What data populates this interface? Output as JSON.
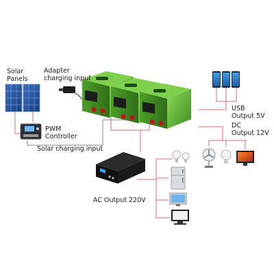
{
  "diagram": {
    "labels": {
      "solar_panels_line1": "Solar",
      "solar_panels_line2": "Panels",
      "adapter_line1": "Adapter",
      "adapter_line2": "charging input",
      "pwm_line1": "PWM",
      "pwm_line2": "Controller",
      "solar_charging_input": "Solar charging  input",
      "usb_line1": "USB",
      "usb_line2": "Output 5V",
      "dc_line1": "DC",
      "dc_line2": "Output 12V",
      "ac_output": "AC Output 220V"
    },
    "colors": {
      "unit_green": "#63bb3a",
      "unit_green_dark": "#3e8a22",
      "connector_red": "#c0141c",
      "wire_red": "#e06a6a",
      "panel_blue": "#1f4f9a"
    },
    "icons": [
      "solar-panel-icon",
      "pwm-controller-icon",
      "adapter-icon",
      "power-bank-unit-icon",
      "inverter-icon",
      "phone-icon",
      "fan-icon",
      "bulb-icon",
      "tv-icon",
      "fridge-icon",
      "computer-icon"
    ]
  }
}
